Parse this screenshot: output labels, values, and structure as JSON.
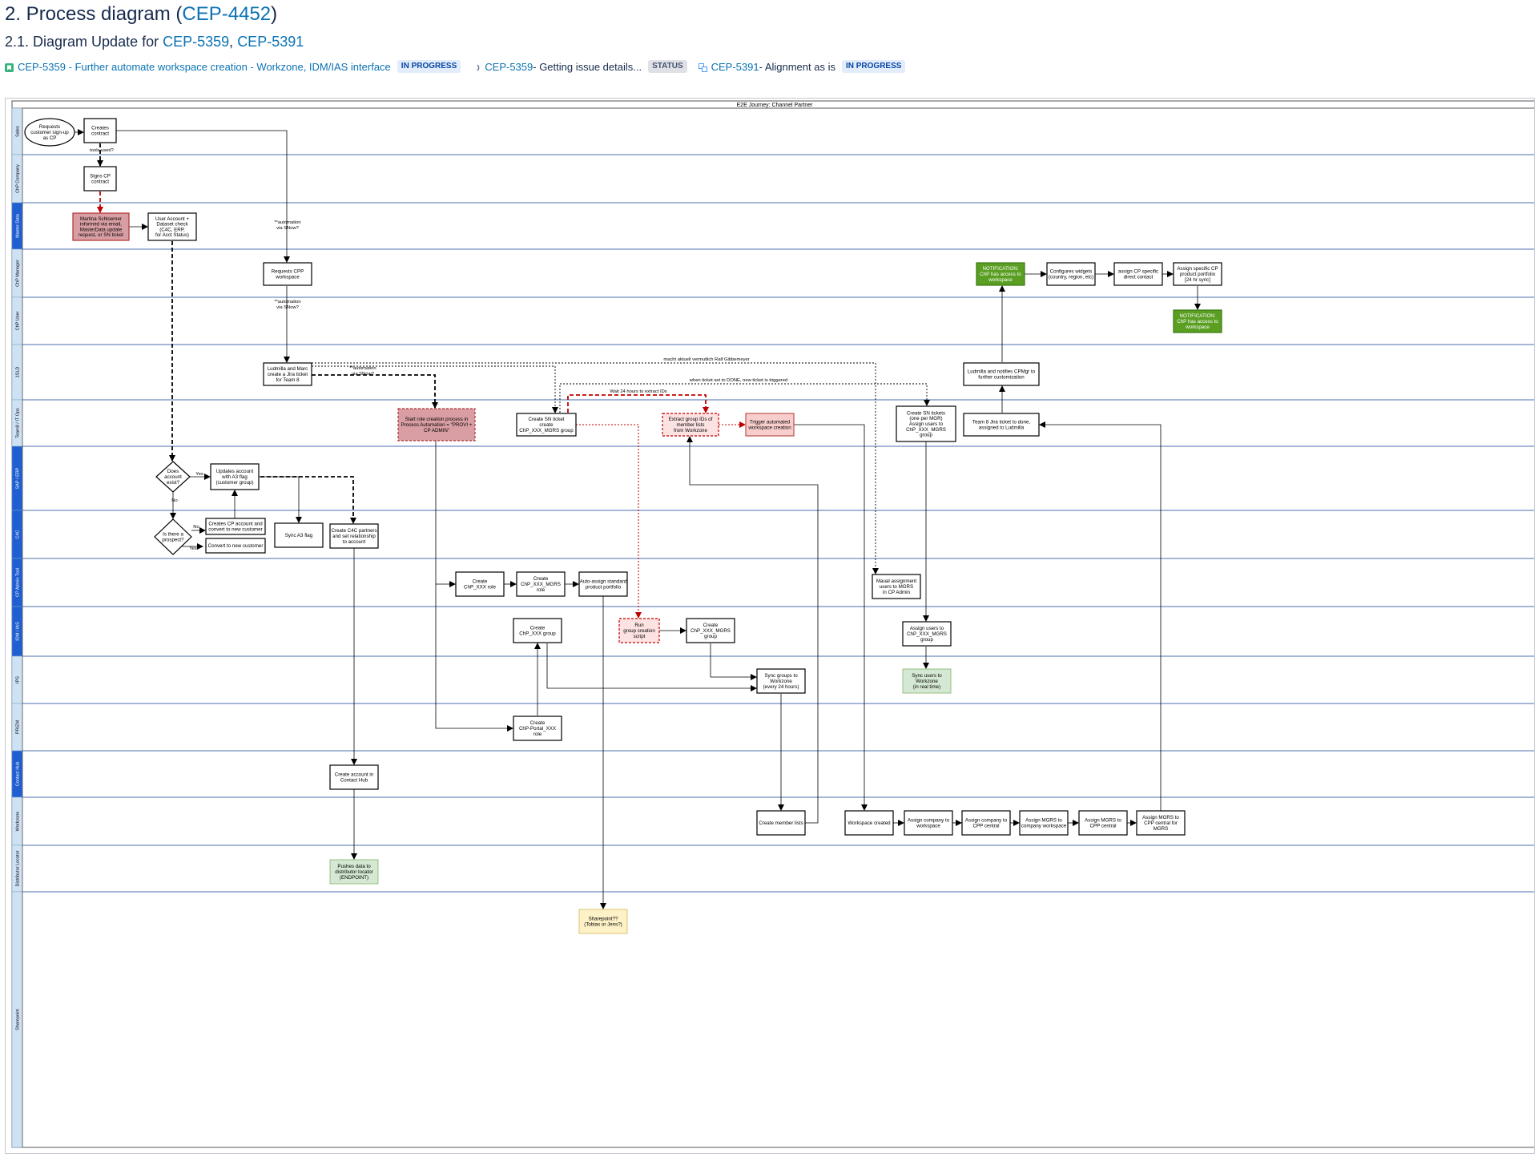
{
  "header": {
    "h1_prefix": "2. Process diagram (",
    "h1_link": "CEP-4452",
    "h1_suffix": ")",
    "h2_prefix": "2.1. Diagram Update for ",
    "h2_link1": "CEP-5359",
    "h2_sep": ", ",
    "h2_link2": "CEP-5391"
  },
  "issues": [
    {
      "key": "CEP-5359 - Further automate workspace creation - Workzone, IDM/IAS interface",
      "status": "IN PROGRESS"
    },
    {
      "key": "CEP-5359",
      "text": " - Getting issue details...",
      "status": "STATUS"
    },
    {
      "key": "CEP-5391",
      "text": " - Alignment as is",
      "status": "IN PROGRESS"
    }
  ],
  "diagram": {
    "pool_title": "E2E Journey: Channel Partner",
    "lanes": [
      "Sales",
      "ChP Company",
      "Master Data",
      "ChP Manager",
      "ChP User",
      "1SLD",
      "Team8 / IT Ops",
      "SAP / ERP",
      "C4C",
      "CP Admin Tool",
      "IDM / IAS",
      "IPS",
      "PRIZM",
      "Contact Hub",
      "Workzone",
      "Distributor Locator",
      "Sharepoint"
    ],
    "nodes": {
      "n_req_signup": "Requests|customer sign-up|as CP",
      "n_creates_contract": "Creates|contract",
      "n_signs_contract": "Signs CP|contract",
      "n_martina": "Martina Schloemer|informed via email,|MasterData update|request, or SN ticket",
      "n_user_account": "User Account +|Dataset check|(C4C, ERP,|for Acct Status)",
      "n_requests_cpp": "Requests CPP|workspace",
      "n_ludmilla_marc": "Ludmilla and Marc|create a Jira ticket|for Team 8",
      "n_start_role": "Start role creation process in|Process Automation = \"PROVI +|CP ADMIN\"",
      "n_create_sn": "Create SN ticket|create|ChP_XXX_MGRS group",
      "n_extract_ids": "Extract group IDs of|member lists|from Workzone",
      "n_trigger_ws": "Trigger automated|workspace creation",
      "n_create_sn_tickets": "Create SN tickets|(one per MGR)|Assign users to|ChP_XXX_MGRS|group",
      "n_team8_done": "Team 8 Jira ticket to done,|assigned to Ludmilla",
      "n_ludmilla_notifies": "Ludmilla and notifies CPMgr to|further customization",
      "n_notif1": "NOTIFICATION:|ChP has access to|workspace",
      "n_configures": "Configures widgets|(country, region, etc)",
      "n_assign_contact": "assign CP specific|direct contact",
      "n_assign_portfolio": "Assign specific CP|product portfolio|[24 hr sync]",
      "n_notif2": "NOTIFICATION:|ChP has access to|workspace",
      "n_does_account": "Does|account|exist?",
      "n_updates_account": "Updates account|with A3 flag|(customer group)",
      "n_is_prospect": "Is there a|prospect?",
      "n_creates_cp_account": "Creates CP account and|convert to new customer",
      "n_convert_customer": "Convert to new customer",
      "n_sync_a3": "Sync A3 flag",
      "n_create_c4c": "Create C4C partners|and set relationship|to account",
      "n_create_role": "Create|ChP_XXX role",
      "n_create_mgrs_role": "Create|ChP_XXX_MGRS|role",
      "n_auto_assign": "Auto-assign standard|product portfolio",
      "n_manual_assign": "Maual assignment|users to MGRS|in CP Admin",
      "n_create_group": "Create|ChP_XXX group",
      "n_run_script": "Run|group creation|script",
      "n_create_mgrs_group": "Create|ChP_XXX_MGRS|group",
      "n_assign_users_mgrs": "Assign users to|ChP_XXX_MGRS|group",
      "n_sync_groups": "Sync groups to|Workzone|(every 24 hours)",
      "n_sync_users": "Sync users to|Workzone|(in real time)",
      "n_portal_role": "Create|ChP-Portal_XXX|role",
      "n_contact_hub": "Create account in|Contact Hub",
      "n_member_lists": "Create member lists",
      "n_ws_created": "Workspace created",
      "n_assign_company_ws": "Assign company to|workspace",
      "n_assign_company_cpp": "Assign company to|CPP central",
      "n_assign_mgrs_company": "Assign MGRS to|company workspace",
      "n_assign_mgrs_cpp": "Assign MGRS to|CPP central",
      "n_assign_mgrs_cpp_for": "Assign MGRS to|CPP central for|MGRS",
      "n_pushes": "Pushes data to|distributor locator|(ENDPOINT)",
      "n_sharepoint": "Sharepoint??|(Tobias or Jens?)"
    },
    "labels": {
      "l_tools": "tools used?",
      "l_auto1": "**automation|via SNow?",
      "l_auto2": "**automation|via SNow?",
      "l_auto3": "**automation|via SNow?",
      "l_macht": "macht aktuell vermutlich Ralf Gibbemeyer",
      "l_when": "when ticket set to DONE, new ticket is triggered",
      "l_wait": "Wait 24 hours to extract IDs",
      "l_yes1": "Yes",
      "l_no1": "No",
      "l_no2": "No",
      "l_yes2": "Yes"
    },
    "colors": {
      "lane_header": "#cfe2f3",
      "lane_header_alt": "#1f5fd1",
      "red_fill": "#d99ea4",
      "pink_fill": "#fde2e2",
      "green_notif": "#5a9e22",
      "light_green": "#d5e8d4",
      "yellow": "#fdf1c7",
      "red_arrow": "#c00000"
    }
  }
}
